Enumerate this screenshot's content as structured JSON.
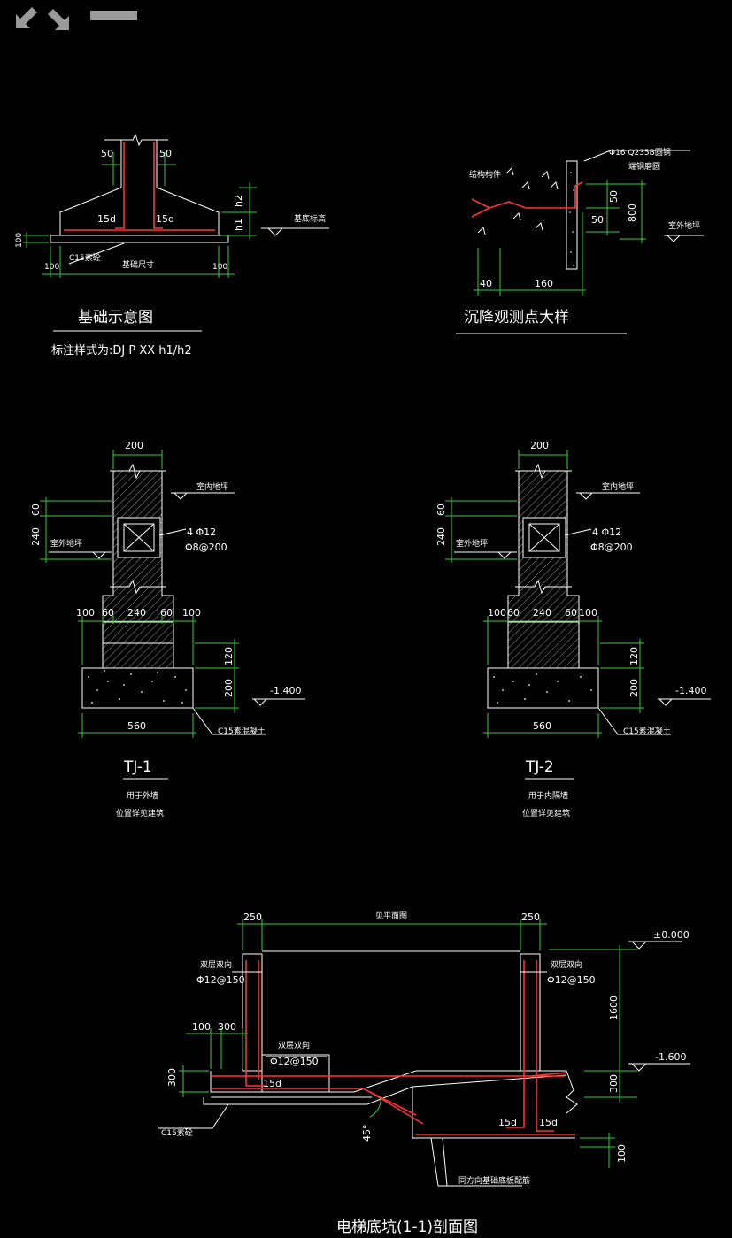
{
  "toolbar": {
    "expand_icon": "expand-arrows-icon",
    "minimize_icon": "minimize-bar-icon"
  },
  "colors": {
    "background": "#000000",
    "line": "#ffffff",
    "dimension": "#33cc33",
    "rebar": "#ff3333"
  },
  "foundation_sketch": {
    "dims": {
      "left_top": "50",
      "right_top": "50",
      "left_anchor": "15d",
      "right_anchor": "15d",
      "h2": "h2",
      "h1": "h1",
      "pad_thickness": "100",
      "left_offset": "100",
      "right_offset": "100"
    },
    "labels": {
      "base_elevation": "基底标高",
      "cushion": "C15素砼",
      "base_size": "基础尺寸"
    },
    "title": "基础示意图",
    "subtitle": "标注样式为:DJ P XX h1/h2"
  },
  "settlement_detail": {
    "labels": {
      "rebar_spec": "Φ16 Q235B圆钢",
      "rebar_note": "端钢磨圆",
      "structural_col": "结构构件",
      "outdoor_floor": "室外地坪"
    },
    "dims": {
      "d50_top": "50",
      "d50_bottom": "50",
      "d800": "800",
      "d40": "40",
      "d160": "160"
    },
    "title": "沉降观测点大样"
  },
  "strip_foundations": [
    {
      "id": "TJ-1",
      "title": "TJ-1",
      "note_line1": "用于外墙",
      "note_line2": "位置详见建筑",
      "dims": {
        "top_width": "200",
        "d60": "60",
        "d240": "240",
        "d100a": "100",
        "d60a": "60",
        "d240b": "240",
        "d60b": "60",
        "d100b": "100",
        "d120": "120",
        "d200": "200",
        "base_width": "560"
      },
      "labels": {
        "indoor_floor": "室内地坪",
        "outdoor_floor": "室外地坪",
        "beam_main": "4 Φ12",
        "beam_stirrup": "Φ8@200",
        "elevation": "-1.400",
        "concrete": "C15素混凝土"
      }
    },
    {
      "id": "TJ-2",
      "title": "TJ-2",
      "note_line1": "用于内隔墙",
      "note_line2": "位置详见建筑",
      "dims": {
        "top_width": "200",
        "d60": "60",
        "d240": "240",
        "d100a": "100",
        "d60a": "60",
        "d240b": "240",
        "d60b": "60",
        "d100b": "100",
        "d120": "120",
        "d200": "200",
        "base_width": "560"
      },
      "labels": {
        "indoor_floor": "室内地坪",
        "outdoor_floor": "室外地坪",
        "beam_main": "4 Φ12",
        "beam_stirrup": "Φ8@200",
        "elevation": "-1.400",
        "concrete": "C15素混凝土"
      }
    }
  ],
  "elevator_pit": {
    "dims": {
      "left_wall": "250",
      "plan_ref": "见平面图",
      "right_wall": "250",
      "d100": "100",
      "d300": "300",
      "d300_left": "300",
      "d1600": "1600",
      "d300_right": "300",
      "d100_bottom": "100",
      "anchor_left": "15d",
      "anchor_bl": "15d",
      "anchor_br": "15d",
      "angle": "45°"
    },
    "labels": {
      "left_bidir": "双层双向",
      "left_rebar": "Φ12@150",
      "right_bidir": "双层双向",
      "right_rebar": "Φ12@150",
      "mid_bidir": "双层双向",
      "mid_rebar": "Φ12@150",
      "elev_top": "±0.000",
      "elev_bottom": "-1.600",
      "cushion": "C15素砼",
      "bottom_note": "同方向基础底板配筋"
    },
    "title": "电梯底坑(1-1)剖面图"
  }
}
